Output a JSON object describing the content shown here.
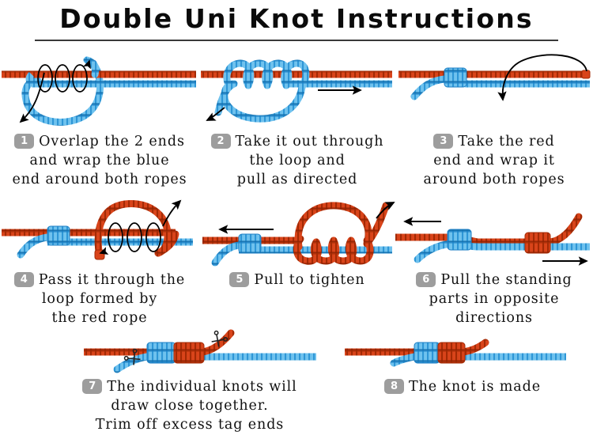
{
  "title": "Double Uni Knot Instructions",
  "colors": {
    "red_rope": "#D9441A",
    "red_rope_dark": "#A32A05",
    "blue_rope": "#4FB3E8",
    "blue_rope_dark": "#1C7FC4",
    "badge_gray": "#9d9d9d",
    "text": "#111111",
    "arrow": "#000000",
    "rule": "#3a3a3a"
  },
  "steps": [
    {
      "number": "1",
      "lines": [
        "Overlap the 2 ends",
        "and wrap the blue",
        "end around both ropes"
      ],
      "figure": "overlap-and-wrap-blue"
    },
    {
      "number": "2",
      "lines": [
        "Take it out through",
        "the loop and",
        "pull as directed"
      ],
      "figure": "blue-out-through-loop"
    },
    {
      "number": "3",
      "lines": [
        "Take the red",
        "end and wrap it",
        "around both ropes"
      ],
      "figure": "blue-knot-formed"
    },
    {
      "number": "4",
      "lines": [
        "Pass it through the",
        "loop formed by",
        "the red rope"
      ],
      "figure": "red-loop-wrap"
    },
    {
      "number": "5",
      "lines": [
        "Pull to tighten"
      ],
      "figure": "red-coils-tighten"
    },
    {
      "number": "6",
      "lines": [
        "Pull the standing",
        "parts in opposite",
        "directions"
      ],
      "figure": "two-knots-pull-apart"
    },
    {
      "number": "7",
      "lines": [
        "The individual knots will",
        "draw close together.",
        "Trim off excess tag ends"
      ],
      "figure": "knots-together-with-scissors"
    },
    {
      "number": "8",
      "lines": [
        "The knot is made"
      ],
      "figure": "finished-knot"
    }
  ]
}
